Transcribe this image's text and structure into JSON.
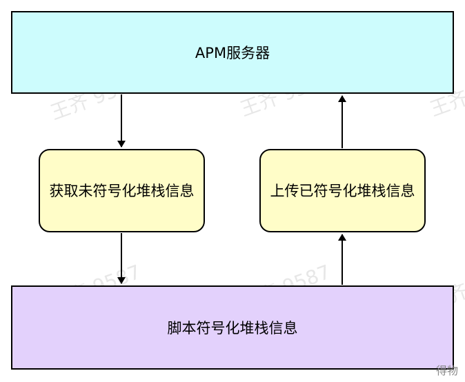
{
  "diagram": {
    "top_box": "APM服务器",
    "left_box": "获取未符号化堆栈信息",
    "right_box": "上传已符号化堆栈信息",
    "bottom_box": "脚本符号化堆栈信息"
  },
  "watermark": "王齐 9587",
  "corner_label": "得物"
}
